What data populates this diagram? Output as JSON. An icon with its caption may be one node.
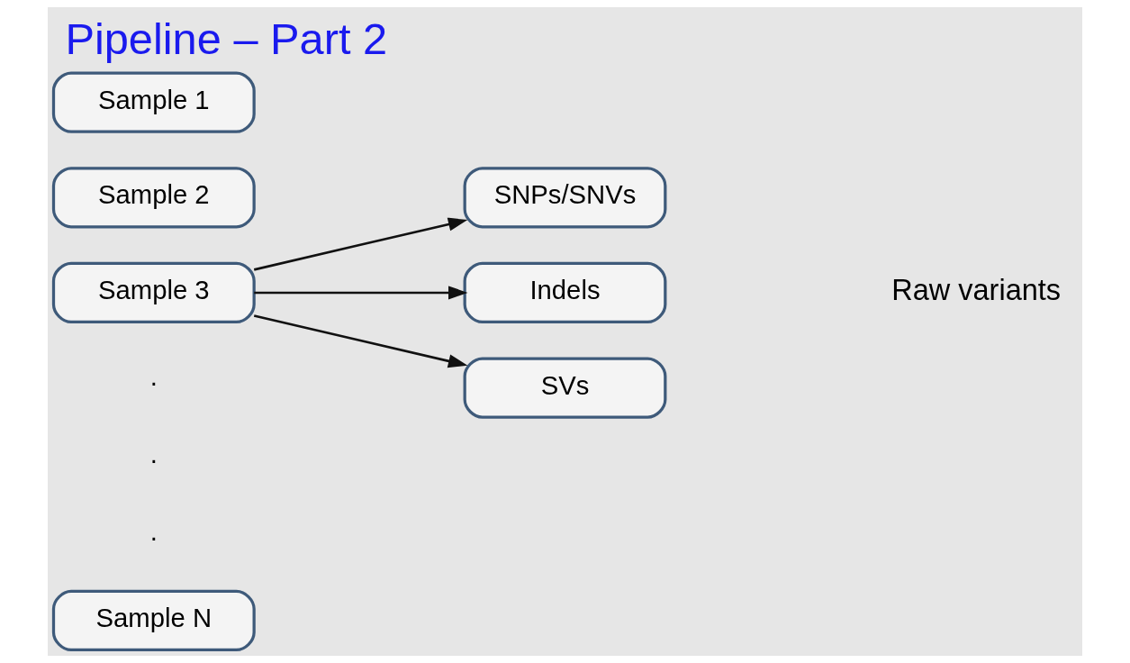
{
  "diagram": {
    "title": "Pipeline – Part 2",
    "nodes": [
      {
        "text": [
          "Sample 1"
        ]
      },
      {
        "text": [
          "Sample 2"
        ]
      },
      {
        "text": [
          "Sample 3"
        ]
      },
      {
        "text": [
          "Sample N"
        ]
      },
      {
        "text": [
          "SNPs/SNVs"
        ]
      },
      {
        "text": [
          "Indels"
        ]
      },
      {
        "text": [
          "SVs"
        ]
      }
    ],
    "edges": [
      {
        "from": 2,
        "to": 4,
        "arrow": "to"
      },
      {
        "from": 2,
        "to": 5,
        "arrow": "to"
      },
      {
        "from": 2,
        "to": 6,
        "arrow": "to"
      }
    ],
    "labels": [
      ".",
      ".",
      ".",
      "Raw variants"
    ]
  }
}
